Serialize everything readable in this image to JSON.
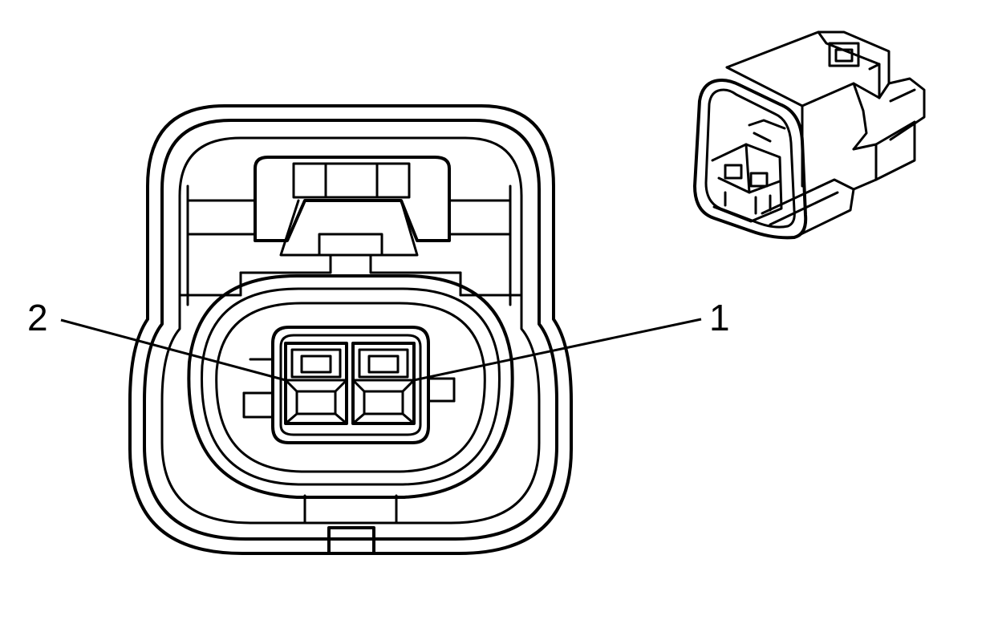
{
  "diagram": {
    "callouts": [
      {
        "id": "pin-2",
        "label": "2"
      },
      {
        "id": "pin-1",
        "label": "1"
      }
    ],
    "colors": {
      "line": "#000000",
      "background": "#ffffff"
    }
  }
}
